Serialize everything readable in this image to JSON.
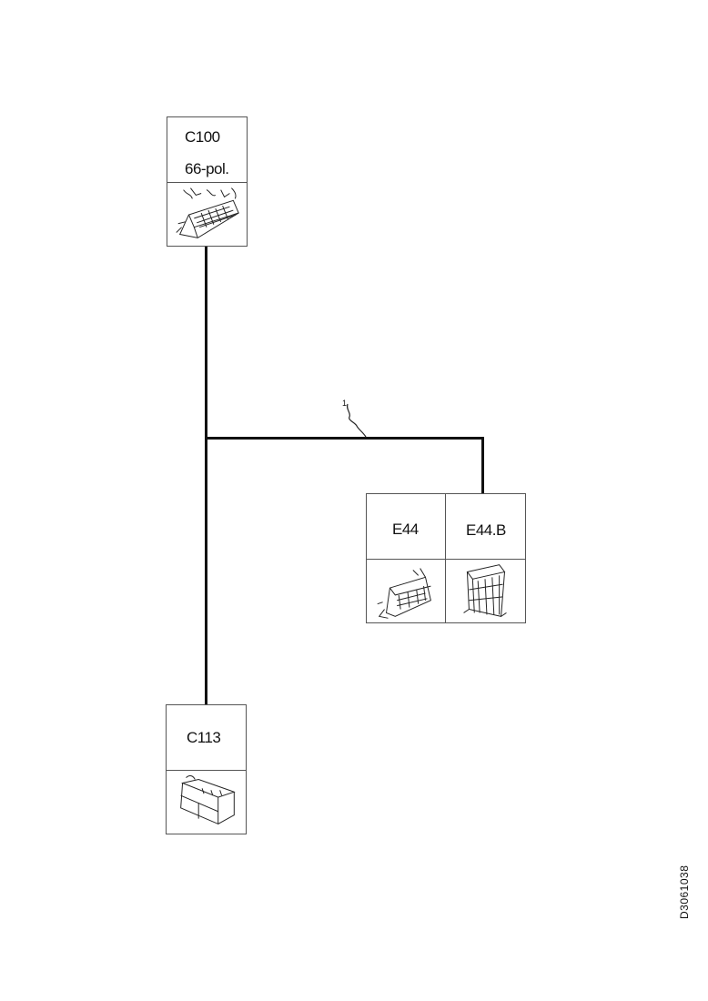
{
  "connectors": {
    "c100": {
      "id": "C100",
      "description": "66-pol."
    },
    "e44": {
      "id": "E44"
    },
    "e44b": {
      "id": "E44.B"
    },
    "c113": {
      "id": "C113"
    }
  },
  "harness_marker": "1",
  "drawing_id": "D3061038"
}
